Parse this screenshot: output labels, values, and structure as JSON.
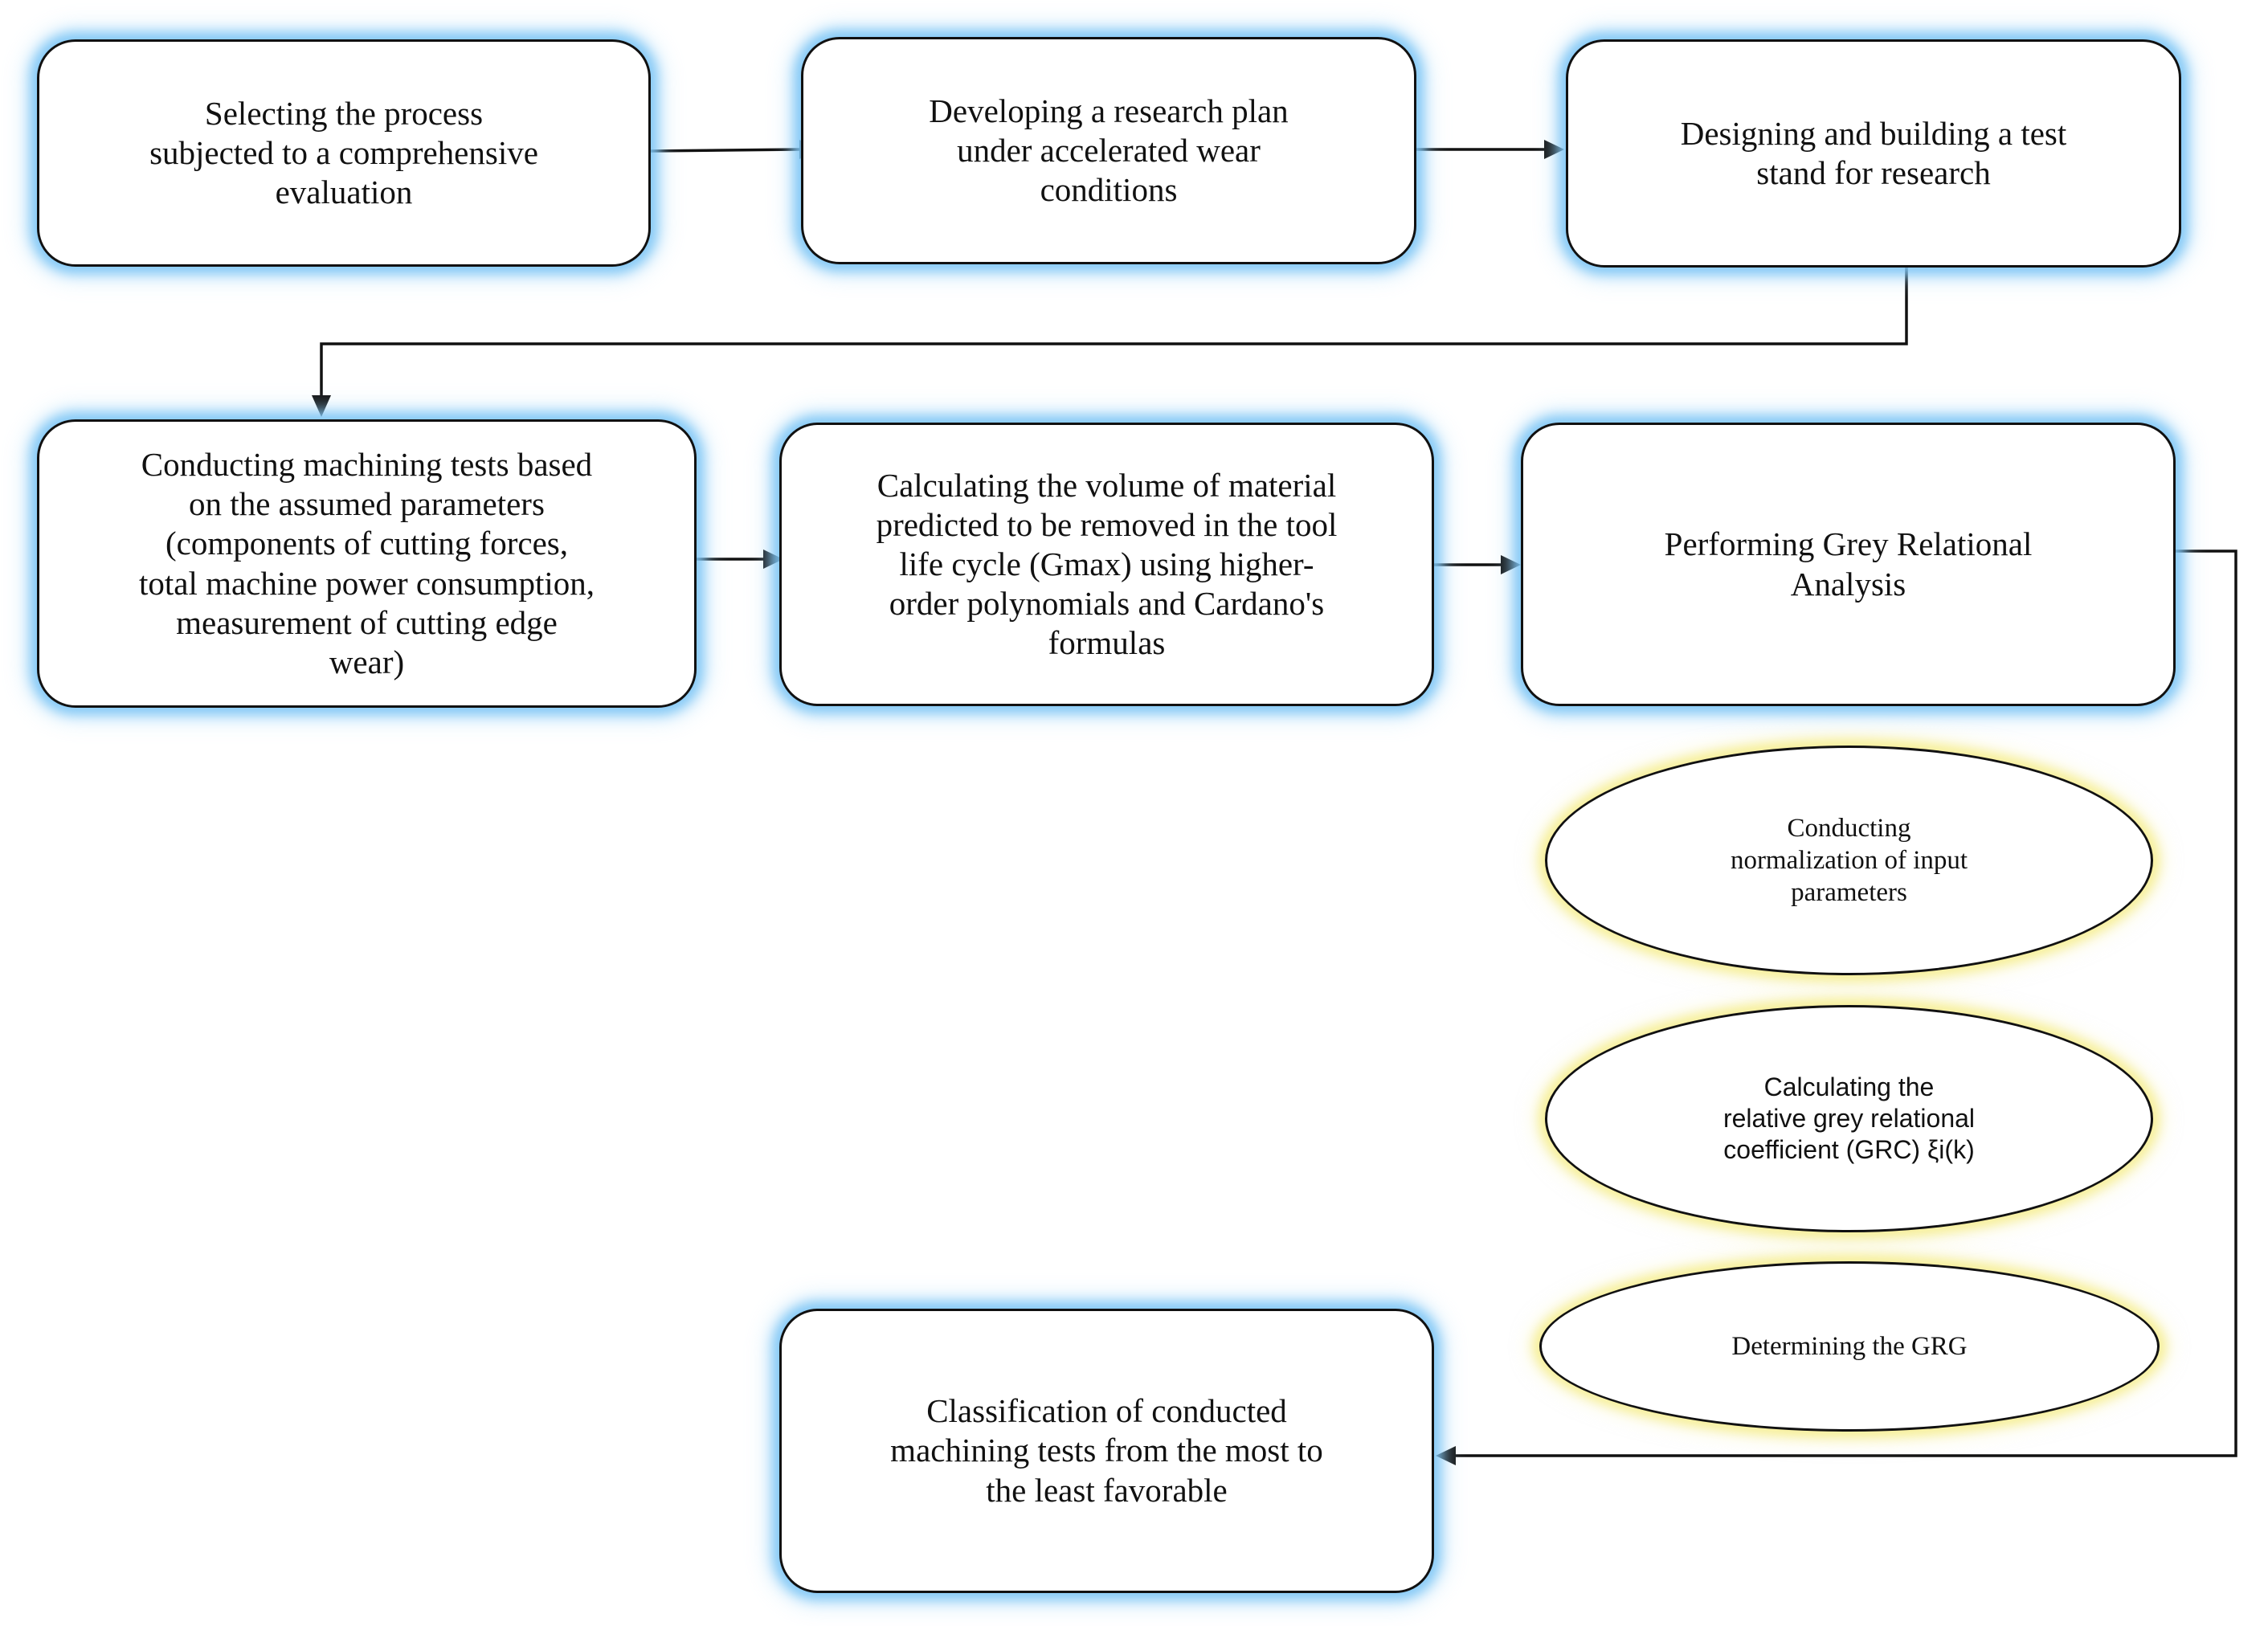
{
  "steps": [
    {
      "id": "step-1",
      "label": "Selecting the process\nsubjected to a comprehensive\nevaluation"
    },
    {
      "id": "step-2",
      "label": "Developing a research plan\nunder accelerated wear\nconditions"
    },
    {
      "id": "step-3",
      "label": "Designing and building a test\nstand for research"
    },
    {
      "id": "step-4",
      "label": "Conducting machining tests based\non the assumed parameters\n(components of cutting forces,\ntotal machine power consumption,\nmeasurement of cutting edge\nwear)"
    },
    {
      "id": "step-5",
      "label": "Calculating the volume of material\npredicted to be removed in the tool\nlife cycle (Gmax) using higher-\norder polynomials and Cardano's\nformulas"
    },
    {
      "id": "step-6",
      "label": "Performing Grey Relational\nAnalysis"
    },
    {
      "id": "step-7",
      "label": "Classification of conducted\nmachining tests from the most to\nthe least favorable"
    }
  ],
  "substeps": [
    {
      "id": "substep-1",
      "label": "Conducting\nnormalization of input\nparameters"
    },
    {
      "id": "substep-2",
      "label": "Calculating the\nrelative grey relational\ncoefficient (GRC) ξi(k)"
    },
    {
      "id": "substep-3",
      "label": "Determining the GRG"
    }
  ],
  "colors": {
    "box_glow": "#78c3f5",
    "oval_glow": "#f6ee96",
    "stroke": "#111111"
  }
}
